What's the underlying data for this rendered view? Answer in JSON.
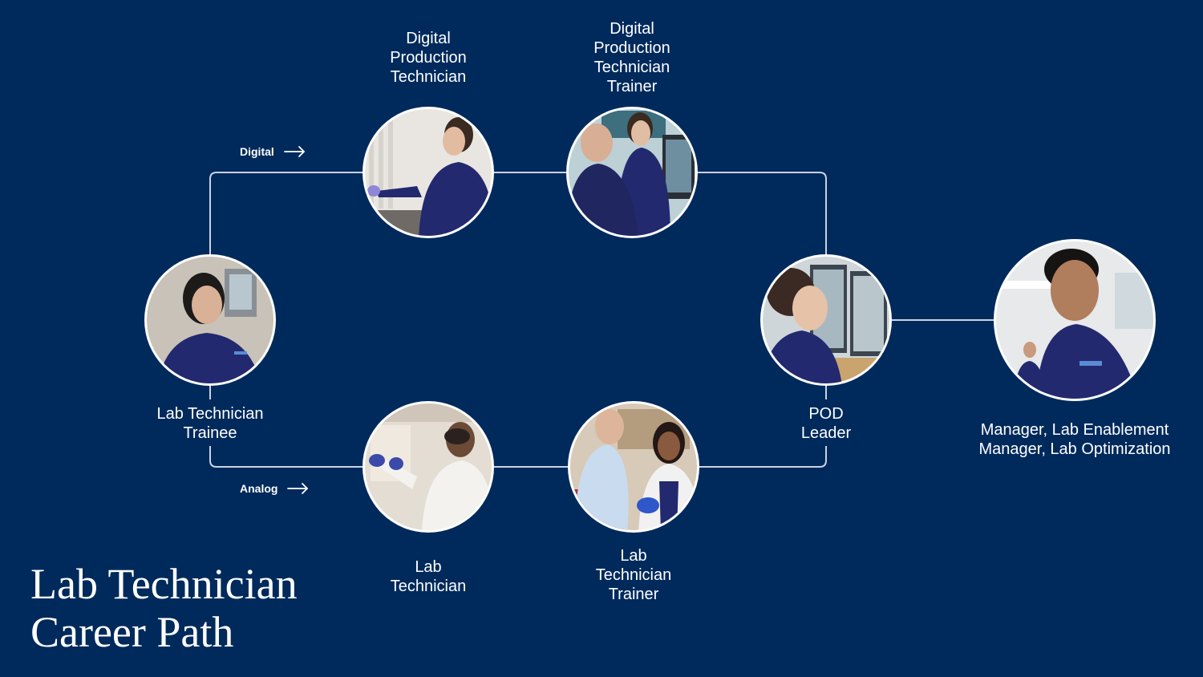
{
  "title": {
    "line1": "Lab Technician",
    "line2": "Career Path"
  },
  "branches": {
    "digital": {
      "label": "Digital",
      "icon": "arrow-right-icon"
    },
    "analog": {
      "label": "Analog",
      "icon": "arrow-right-icon"
    }
  },
  "nodes": {
    "trainee": {
      "lines": [
        "Lab Technician",
        "Trainee"
      ],
      "photo": "woman-smiling-in-scrubs-photo"
    },
    "digital_tech": {
      "lines": [
        "Digital",
        "Production",
        "Technician"
      ],
      "photo": "woman-at-lab-bench-photo"
    },
    "digital_trainer": {
      "lines": [
        "Digital",
        "Production",
        "Technician",
        "Trainer"
      ],
      "photo": "two-colleagues-at-monitor-photo"
    },
    "lab_tech": {
      "lines": [
        "Lab",
        "Technician"
      ],
      "photo": "man-in-lab-coat-photo"
    },
    "lab_trainer": {
      "lines": [
        "Lab",
        "Technician",
        "Trainer"
      ],
      "photo": "two-technicians-laughing-photo"
    },
    "pod_leader": {
      "lines": [
        "POD",
        "Leader"
      ],
      "photo": "woman-profile-at-screens-photo"
    },
    "manager": {
      "lines": [
        "Manager, Lab Enablement",
        "Manager, Lab Optimization"
      ],
      "photo": "man-smiling-in-scrubs-photo"
    }
  },
  "colors": {
    "background": "#002a5c",
    "connector": "#c9d3e3",
    "scrubs": "#23296e",
    "text": "#ffffff"
  }
}
